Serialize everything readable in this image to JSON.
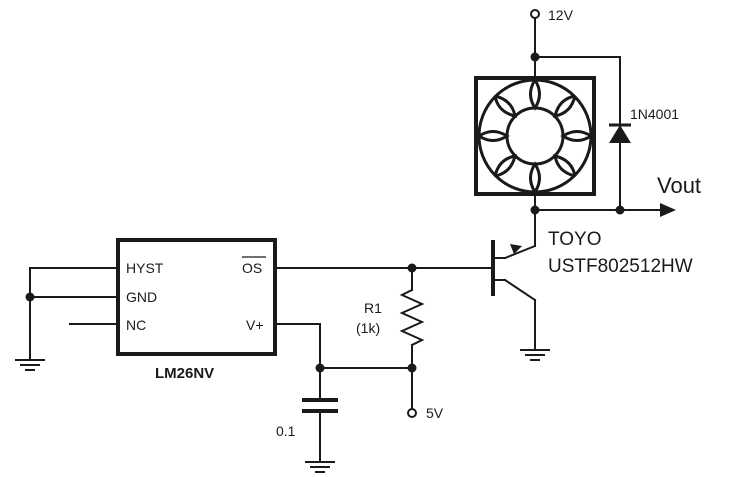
{
  "ic": {
    "name": "LM26NV",
    "pins": {
      "hyst": "HYST",
      "gnd": "GND",
      "nc": "NC",
      "os": "OS",
      "vplus": "V+"
    }
  },
  "supply_12v": "12V",
  "supply_5v": "5V",
  "diode": "1N4001",
  "output": "Vout",
  "resistor": {
    "ref": "R1",
    "value": "(1k)"
  },
  "capacitor": "0.1",
  "fan": {
    "line1": "TOYO",
    "line2": "USTF802512HW"
  }
}
